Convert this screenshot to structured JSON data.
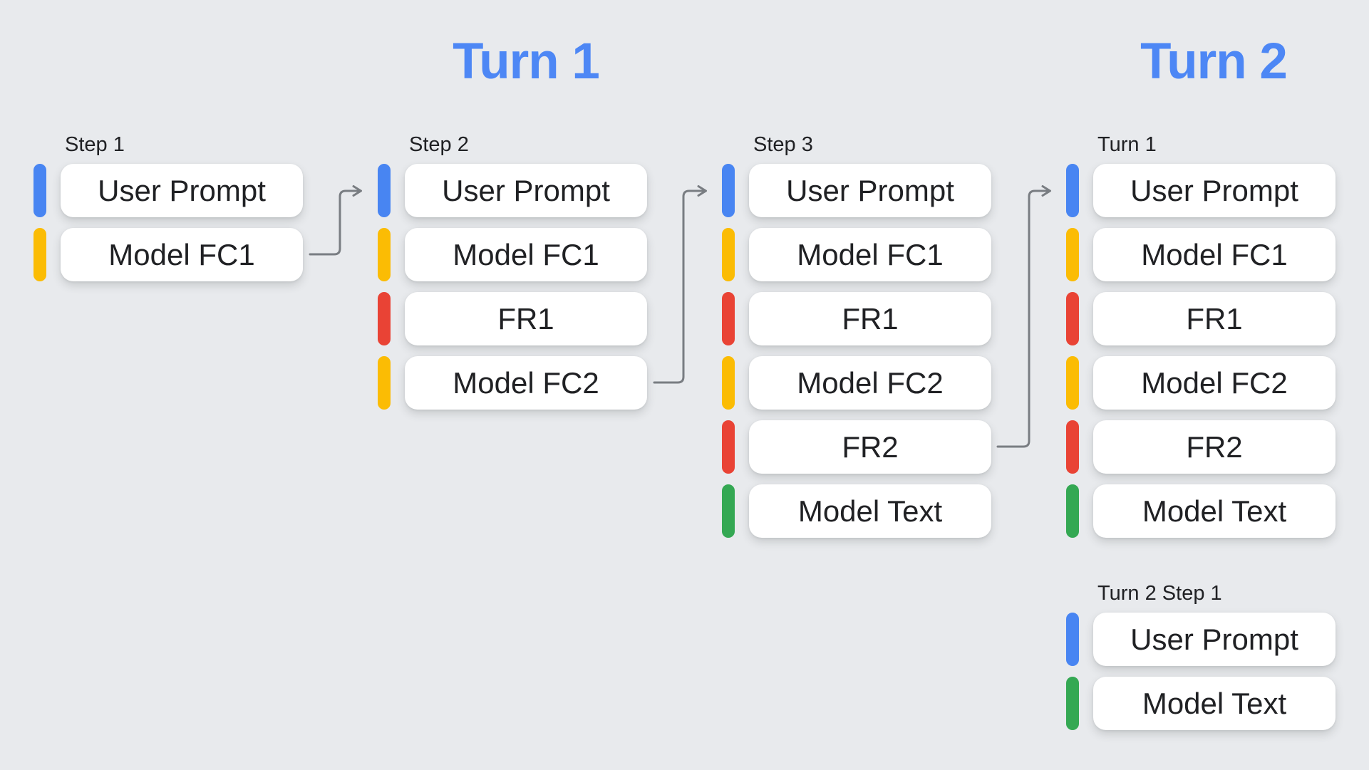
{
  "background": "#e8eaed",
  "palette": {
    "heading": "#4d87f5",
    "arrow": "#797d82",
    "card_text": "#202124",
    "label_text": "#202124",
    "card_bg": "#ffffff",
    "blue": "#4885f2",
    "yellow": "#fbbc04",
    "red": "#e94335",
    "green": "#34a853"
  },
  "headings": [
    {
      "label": "Turn 1"
    },
    {
      "label": "Turn 2"
    }
  ],
  "columns": [
    {
      "label": "Step 1",
      "cards": [
        {
          "label": "User Prompt",
          "color": "blue"
        },
        {
          "label": "Model FC1",
          "color": "yellow"
        }
      ]
    },
    {
      "label": "Step 2",
      "cards": [
        {
          "label": "User Prompt",
          "color": "blue"
        },
        {
          "label": "Model FC1",
          "color": "yellow"
        },
        {
          "label": "FR1",
          "color": "red"
        },
        {
          "label": "Model FC2",
          "color": "yellow"
        }
      ]
    },
    {
      "label": "Step 3",
      "cards": [
        {
          "label": "User Prompt",
          "color": "blue"
        },
        {
          "label": "Model FC1",
          "color": "yellow"
        },
        {
          "label": "FR1",
          "color": "red"
        },
        {
          "label": "Model FC2",
          "color": "yellow"
        },
        {
          "label": "FR2",
          "color": "red"
        },
        {
          "label": "Model Text",
          "color": "green"
        }
      ]
    },
    {
      "label": "Turn 1",
      "cards": [
        {
          "label": "User Prompt",
          "color": "blue"
        },
        {
          "label": "Model FC1",
          "color": "yellow"
        },
        {
          "label": "FR1",
          "color": "red"
        },
        {
          "label": "Model FC2",
          "color": "yellow"
        },
        {
          "label": "FR2",
          "color": "red"
        },
        {
          "label": "Model Text",
          "color": "green"
        }
      ]
    },
    {
      "label": "Turn 2 Step 1",
      "cards": [
        {
          "label": "User Prompt",
          "color": "blue"
        },
        {
          "label": "Model Text",
          "color": "green"
        }
      ]
    }
  ]
}
